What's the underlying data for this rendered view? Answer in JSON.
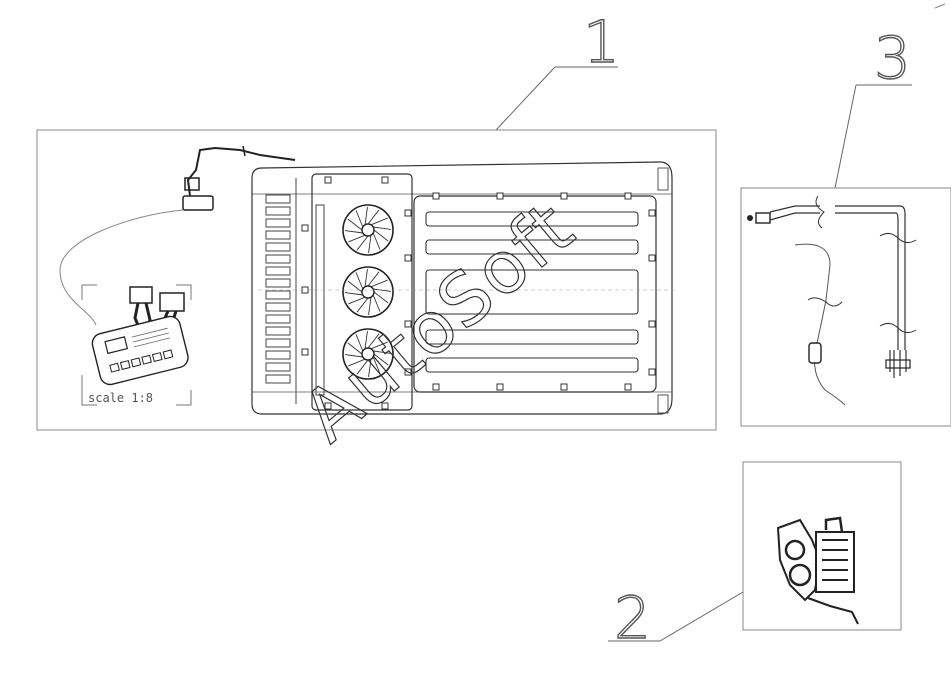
{
  "callouts": {
    "one": "1",
    "two": "2",
    "three": "3"
  },
  "scale_label": "scale 1:8",
  "watermark": "AutoSoft",
  "colors": {
    "line": "#555555",
    "frame": "#888888",
    "dark": "#222222"
  }
}
